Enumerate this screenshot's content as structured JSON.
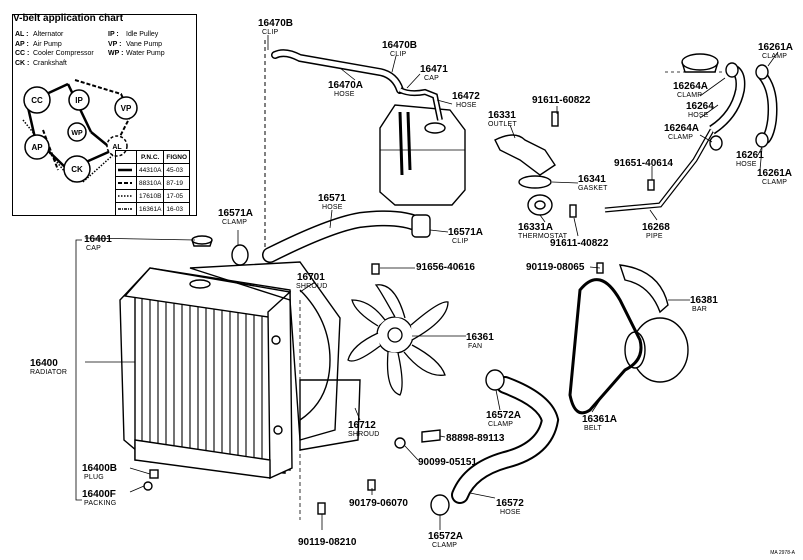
{
  "chart": {
    "title": "V-belt application chart",
    "legend": [
      {
        "abbr": "AL :",
        "desc": "Alternator",
        "abbr2": "IP :",
        "desc2": "Idle Pulley"
      },
      {
        "abbr": "AP :",
        "desc": "Air Pump",
        "abbr2": "VP :",
        "desc2": "Vane Pump"
      },
      {
        "abbr": "CC :",
        "desc": "Cooler Compressor",
        "abbr2": "WP :",
        "desc2": "Water Pump"
      },
      {
        "abbr": "CK :",
        "desc": "Crankshaft",
        "abbr2": "",
        "desc2": ""
      }
    ],
    "pulleys": [
      "CC",
      "IP",
      "VP",
      "WP",
      "AP",
      "AL",
      "CK"
    ],
    "table_headers": [
      "P.N.C.",
      "FIGNO"
    ],
    "table_rows": [
      [
        "44310A",
        "45-03"
      ],
      [
        "88310A",
        "87-19"
      ],
      [
        "17610B",
        "17-05"
      ],
      [
        "16361A",
        "16-03"
      ]
    ]
  },
  "labels": [
    {
      "id": "16470B-top",
      "pn": "16470B",
      "name": "CLIP"
    },
    {
      "id": "16470B-cap",
      "pn": "16470B",
      "name": "CLIP"
    },
    {
      "id": "16471",
      "pn": "16471",
      "name": "CAP"
    },
    {
      "id": "16470A",
      "pn": "16470A",
      "name": "HOSE"
    },
    {
      "id": "16472",
      "pn": "16472",
      "name": "HOSE"
    },
    {
      "id": "91611-60822",
      "pn": "91611-60822",
      "name": ""
    },
    {
      "id": "16331",
      "pn": "16331",
      "name": "OUTLET"
    },
    {
      "id": "16341",
      "pn": "16341",
      "name": "GASKET"
    },
    {
      "id": "91651-40614",
      "pn": "91651-40614",
      "name": ""
    },
    {
      "id": "16331A",
      "pn": "16331A",
      "name": "THERMOSTAT"
    },
    {
      "id": "91611-40822",
      "pn": "91611-40822",
      "name": ""
    },
    {
      "id": "16268",
      "pn": "16268",
      "name": "PIPE"
    },
    {
      "id": "16261A-top",
      "pn": "16261A",
      "name": "CLAMP"
    },
    {
      "id": "16264A-top",
      "pn": "16264A",
      "name": "CLAMP"
    },
    {
      "id": "16264",
      "pn": "16264",
      "name": "HOSE"
    },
    {
      "id": "16264A-mid",
      "pn": "16264A",
      "name": "CLAMP"
    },
    {
      "id": "16261",
      "pn": "16261",
      "name": "HOSE"
    },
    {
      "id": "16261A-bot",
      "pn": "16261A",
      "name": "CLAMP"
    },
    {
      "id": "16571A-left",
      "pn": "16571A",
      "name": "CLAMP"
    },
    {
      "id": "16571",
      "pn": "16571",
      "name": "HOSE"
    },
    {
      "id": "16571A-right",
      "pn": "16571A",
      "name": "CLIP"
    },
    {
      "id": "16401",
      "pn": "16401",
      "name": "CAP"
    },
    {
      "id": "16701",
      "pn": "16701",
      "name": "SHROUD"
    },
    {
      "id": "91656-40616",
      "pn": "91656-40616",
      "name": ""
    },
    {
      "id": "90119-08065",
      "pn": "90119-08065",
      "name": ""
    },
    {
      "id": "16381",
      "pn": "16381",
      "name": "BAR"
    },
    {
      "id": "16400",
      "pn": "16400",
      "name": "RADIATOR"
    },
    {
      "id": "16361",
      "pn": "16361",
      "name": "FAN"
    },
    {
      "id": "16572A-mid",
      "pn": "16572A",
      "name": "CLAMP"
    },
    {
      "id": "16361A",
      "pn": "16361A",
      "name": "BELT"
    },
    {
      "id": "16712",
      "pn": "16712",
      "name": "SHROUD"
    },
    {
      "id": "88898-89113",
      "pn": "88898-89113",
      "name": ""
    },
    {
      "id": "90099-05151",
      "pn": "90099-05151",
      "name": ""
    },
    {
      "id": "16400B",
      "pn": "16400B",
      "name": "PLUG"
    },
    {
      "id": "16400F",
      "pn": "16400F",
      "name": "PACKING"
    },
    {
      "id": "90179-06070",
      "pn": "90179-06070",
      "name": ""
    },
    {
      "id": "16572",
      "pn": "16572",
      "name": "HOSE"
    },
    {
      "id": "16572A-bot",
      "pn": "16572A",
      "name": "CLAMP"
    },
    {
      "id": "90119-08210",
      "pn": "90119-08210",
      "name": ""
    }
  ],
  "footer": "MA 2978-A"
}
